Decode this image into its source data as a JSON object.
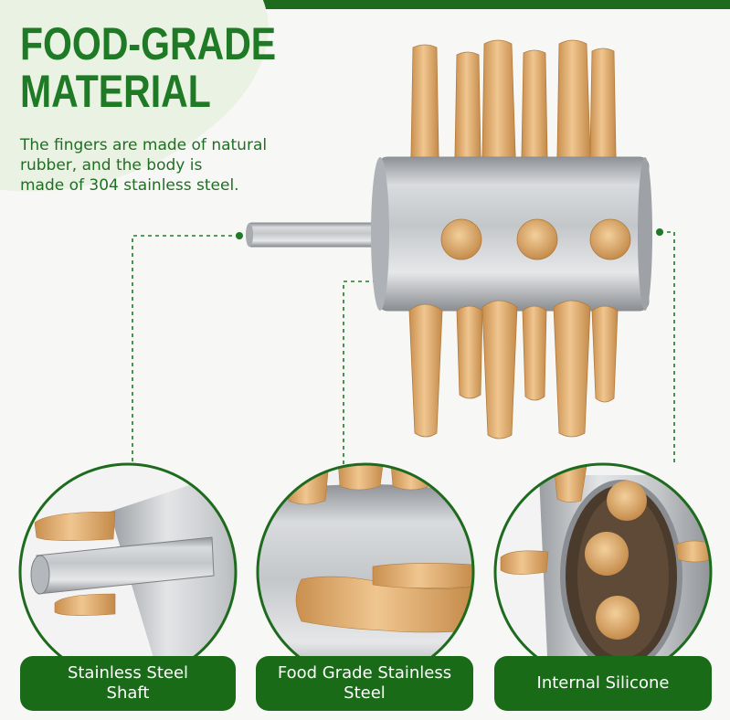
{
  "headline": {
    "line1": "FOOD-GRADE",
    "line2": "MATERIAL"
  },
  "description": {
    "line1": "The fingers are made of natural",
    "line2": "rubber, and the body is",
    "line3": "made of 304 stainless steel."
  },
  "callouts": [
    {
      "line1": "Stainless Steel",
      "line2": "Shaft"
    },
    {
      "line1": "Food Grade Stainless",
      "line2": "Steel"
    },
    {
      "line1": "Internal Silicone",
      "line2": ""
    }
  ],
  "colors": {
    "brand_green": "#1e7a24",
    "label_green": "#1a6b18",
    "finger_color": "#e3b577",
    "steel": "#b9bcc0"
  }
}
